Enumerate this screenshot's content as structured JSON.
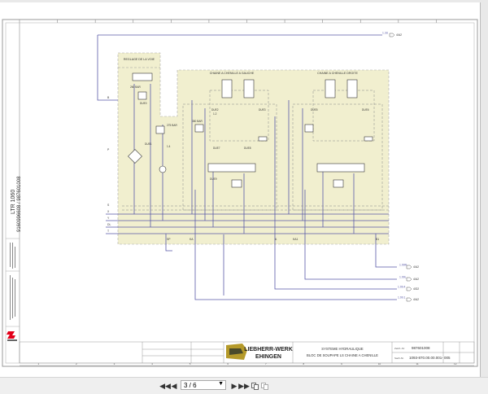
{
  "viewer": {
    "page_indicator": "3 / 6",
    "icons": [
      "first-page-icon",
      "previous-page-icon",
      "next-page-icon",
      "last-page-icon",
      "single-page-icon",
      "two-page-icon"
    ]
  },
  "drawing": {
    "side_title_1": "LTR 1060",
    "side_title_2": "9160996608 / 987601008",
    "block_left_label": "REGLAGE DE LA VOIE",
    "block_left_track": "CHAINE A CHENILLE A GAUCHE",
    "block_right_track": "CHAINE A CHENILLE DROITE",
    "pressure_1": "260 BAR",
    "pressure_2": "275 BAR",
    "pressure_3": "350 BAR",
    "valve_labels": [
      "DUE0",
      "DUE1",
      "DUE2",
      "DUE3",
      "DUE5",
      "DUE6",
      "DUE7",
      "DUE8",
      "DUE9",
      "1.2",
      "1.4"
    ],
    "port_labels": [
      "B",
      "P",
      "T",
      "X",
      "Y",
      "DL",
      "S",
      "SP",
      "KA",
      "KA1",
      "A",
      "B1"
    ],
    "out_signals": [
      {
        "label": "1.3U",
        "ref": "4/A2"
      },
      {
        "label": "1.99R",
        "ref": "4/A2"
      },
      {
        "label": "1.99L",
        "ref": "4/A2"
      },
      {
        "label": "1.99.4",
        "ref": "4/D2"
      },
      {
        "label": "1.99.1",
        "ref": "4/A2"
      }
    ],
    "column_numbers": [
      "1",
      "2",
      "3",
      "4",
      "5",
      "6",
      "7",
      "8",
      "9",
      "10",
      "11",
      "12"
    ],
    "company_line1": "LIEBHERR-WERK",
    "company_line2": "EHINGEN",
    "title_line1": "SYSTEME HYDRAULIQUE",
    "title_line2": "BLOC DE SOUPAPE LS  CHAINE A CHENILLE",
    "drawing_no_label": "Zeich.-Nr.",
    "drawing_no": "987601008",
    "part_no_label": "Sach-Nr.",
    "part_no": "1093-870.00.00.001-  005",
    "brand_color": "#e2001a",
    "line_color": "#5a5aa8",
    "block_fill": "#f1efcf"
  }
}
